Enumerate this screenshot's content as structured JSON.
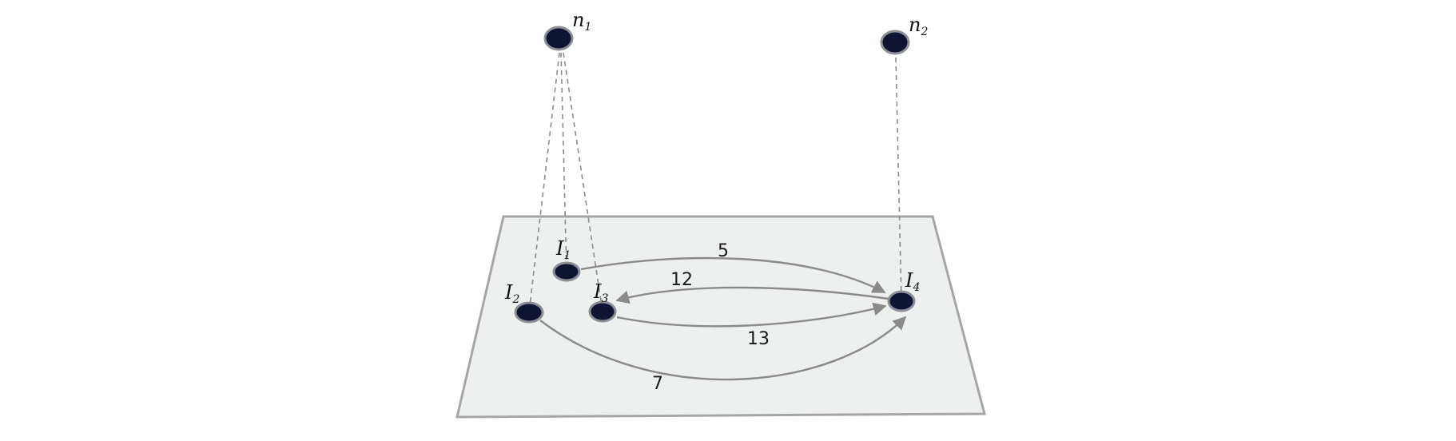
{
  "diagram": {
    "upper_nodes": [
      {
        "id": "n1",
        "base": "n",
        "sub": "1"
      },
      {
        "id": "n2",
        "base": "n",
        "sub": "2"
      }
    ],
    "plane_nodes": [
      {
        "id": "I1",
        "base": "I",
        "sub": "1"
      },
      {
        "id": "I2",
        "base": "I",
        "sub": "2"
      },
      {
        "id": "I3",
        "base": "I",
        "sub": "3"
      },
      {
        "id": "I4",
        "base": "I",
        "sub": "4"
      }
    ],
    "edges": [
      {
        "from": "I1",
        "to": "I4",
        "label": "5"
      },
      {
        "from": "I4",
        "to": "I3",
        "label": "12"
      },
      {
        "from": "I3",
        "to": "I4",
        "label": "13"
      },
      {
        "from": "I2",
        "to": "I4",
        "label": "7"
      }
    ],
    "projections": [
      {
        "from": "n1",
        "to": "I2"
      },
      {
        "from": "n1",
        "to": "I1"
      },
      {
        "from": "n1",
        "to": "I3"
      },
      {
        "from": "n2",
        "to": "I4"
      }
    ]
  }
}
